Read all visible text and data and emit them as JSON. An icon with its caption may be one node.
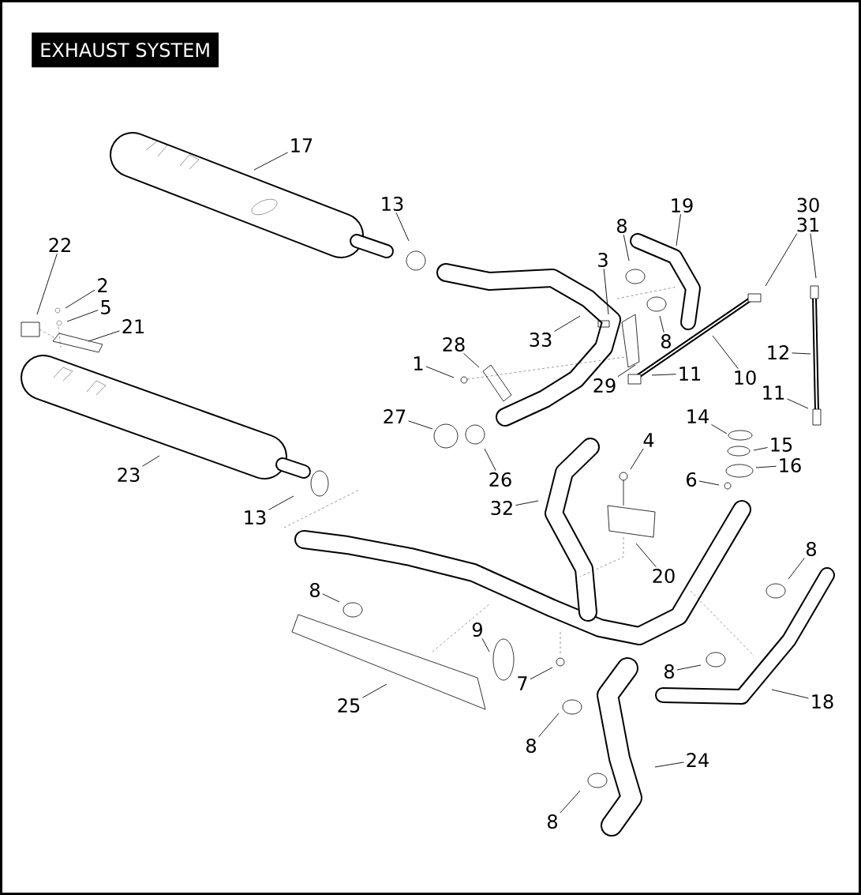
{
  "diagram": {
    "title": "EXHAUST SYSTEM",
    "nodes": [
      {
        "text": [
          "17"
        ]
      },
      {
        "text": [
          "13"
        ]
      },
      {
        "text": [
          "22"
        ]
      },
      {
        "text": [
          "2"
        ]
      },
      {
        "text": [
          "5"
        ]
      },
      {
        "text": [
          "21"
        ]
      },
      {
        "text": [
          "19"
        ]
      },
      {
        "text": [
          "8"
        ]
      },
      {
        "text": [
          "3"
        ]
      },
      {
        "text": [
          "30",
          "31"
        ]
      },
      {
        "text": [
          "28"
        ]
      },
      {
        "text": [
          "1"
        ]
      },
      {
        "text": [
          "33"
        ]
      },
      {
        "text": [
          "8"
        ]
      },
      {
        "text": [
          "10"
        ]
      },
      {
        "text": [
          "12"
        ]
      },
      {
        "text": [
          "11"
        ]
      },
      {
        "text": [
          "29"
        ]
      },
      {
        "text": [
          "11"
        ]
      },
      {
        "text": [
          "27"
        ]
      },
      {
        "text": [
          "14"
        ]
      },
      {
        "text": [
          "15"
        ]
      },
      {
        "text": [
          "26"
        ]
      },
      {
        "text": [
          "16"
        ]
      },
      {
        "text": [
          "4"
        ]
      },
      {
        "text": [
          "6"
        ]
      },
      {
        "text": [
          "23"
        ]
      },
      {
        "text": [
          "32"
        ]
      },
      {
        "text": [
          "13"
        ]
      },
      {
        "text": [
          "20"
        ]
      },
      {
        "text": [
          "8"
        ]
      },
      {
        "text": [
          "8"
        ]
      },
      {
        "text": [
          "9"
        ]
      },
      {
        "text": [
          "7"
        ]
      },
      {
        "text": [
          "8"
        ]
      },
      {
        "text": [
          "25"
        ]
      },
      {
        "text": [
          "18"
        ]
      },
      {
        "text": [
          "8"
        ]
      },
      {
        "text": [
          "24"
        ]
      },
      {
        "text": [
          "8"
        ]
      }
    ],
    "edges": [
      {
        "from": 0,
        "to": null,
        "arrow": "none"
      },
      {
        "from": 1,
        "to": null,
        "arrow": "none"
      },
      {
        "from": 2,
        "to": null,
        "arrow": "none"
      },
      {
        "from": 3,
        "to": null,
        "arrow": "none"
      },
      {
        "from": 4,
        "to": null,
        "arrow": "none"
      },
      {
        "from": 5,
        "to": null,
        "arrow": "none"
      },
      {
        "from": 6,
        "to": null,
        "arrow": "none"
      },
      {
        "from": 7,
        "to": null,
        "arrow": "none"
      },
      {
        "from": 8,
        "to": null,
        "arrow": "none"
      },
      {
        "from": 9,
        "to": null,
        "arrow": "none"
      },
      {
        "from": 9,
        "to": null,
        "arrow": "none"
      },
      {
        "from": 10,
        "to": null,
        "arrow": "none"
      },
      {
        "from": 11,
        "to": null,
        "arrow": "none"
      },
      {
        "from": 12,
        "to": null,
        "arrow": "none"
      },
      {
        "from": 13,
        "to": null,
        "arrow": "none"
      },
      {
        "from": 14,
        "to": null,
        "arrow": "none"
      },
      {
        "from": 15,
        "to": null,
        "arrow": "none"
      },
      {
        "from": 16,
        "to": null,
        "arrow": "none"
      },
      {
        "from": 17,
        "to": null,
        "arrow": "none"
      },
      {
        "from": 18,
        "to": null,
        "arrow": "none"
      },
      {
        "from": 19,
        "to": null,
        "arrow": "none"
      },
      {
        "from": 20,
        "to": null,
        "arrow": "none"
      },
      {
        "from": 21,
        "to": null,
        "arrow": "none"
      },
      {
        "from": 22,
        "to": null,
        "arrow": "none"
      },
      {
        "from": 23,
        "to": null,
        "arrow": "none"
      },
      {
        "from": 24,
        "to": null,
        "arrow": "none"
      },
      {
        "from": 25,
        "to": null,
        "arrow": "none"
      },
      {
        "from": 26,
        "to": null,
        "arrow": "none"
      },
      {
        "from": 27,
        "to": null,
        "arrow": "none"
      },
      {
        "from": 28,
        "to": null,
        "arrow": "none"
      },
      {
        "from": 29,
        "to": null,
        "arrow": "none"
      },
      {
        "from": 30,
        "to": null,
        "arrow": "none"
      },
      {
        "from": 31,
        "to": null,
        "arrow": "none"
      },
      {
        "from": 32,
        "to": null,
        "arrow": "none"
      },
      {
        "from": 33,
        "to": null,
        "arrow": "none"
      },
      {
        "from": 34,
        "to": null,
        "arrow": "none"
      },
      {
        "from": 35,
        "to": null,
        "arrow": "none"
      },
      {
        "from": 36,
        "to": null,
        "arrow": "none"
      },
      {
        "from": 37,
        "to": null,
        "arrow": "none"
      },
      {
        "from": 38,
        "to": null,
        "arrow": "none"
      },
      {
        "from": 39,
        "to": null,
        "arrow": "none"
      }
    ]
  }
}
